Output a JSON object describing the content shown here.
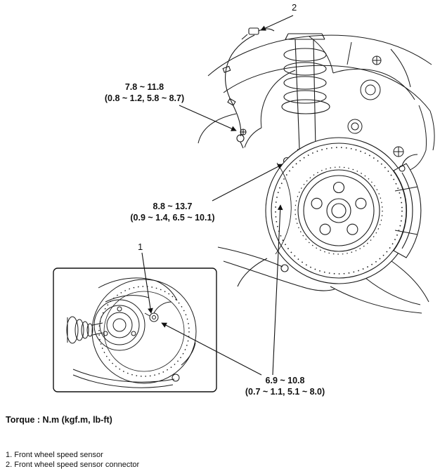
{
  "colors": {
    "ink": "#1a1a1a",
    "background": "#ffffff"
  },
  "callouts": {
    "sensor": "1",
    "connector": "2"
  },
  "torque_specs": {
    "upper": {
      "nm": "7.8 ~ 11.8",
      "alt": "(0.8 ~ 1.2, 5.8 ~ 8.7)"
    },
    "middle": {
      "nm": "8.8 ~ 13.7",
      "alt": "(0.9 ~ 1.4, 6.5 ~ 10.1)"
    },
    "lower": {
      "nm": "6.9 ~ 10.8",
      "alt": "(0.7 ~ 1.1, 5.1 ~ 8.0)"
    }
  },
  "footer": {
    "torque_note": "Torque : N.m (kgf.m, lb-ft)",
    "legend": [
      "1. Front wheel speed sensor",
      "2. Front wheel speed sensor connector"
    ]
  }
}
